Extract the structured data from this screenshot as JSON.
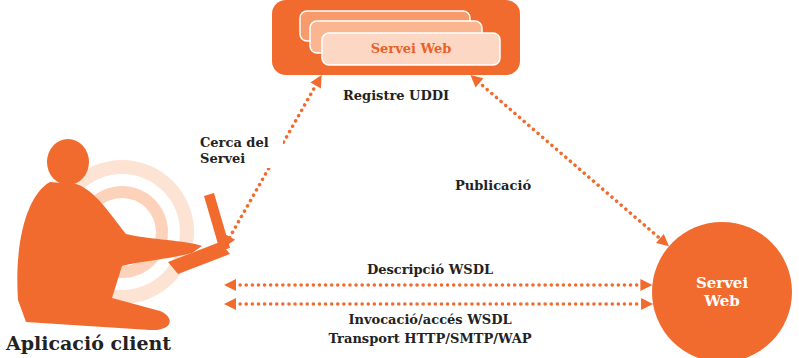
{
  "diagram": {
    "nodes": [
      {
        "text": [
          "Servei Web",
          "Registre UDDI"
        ]
      },
      {
        "text": [
          "Aplicació client"
        ]
      },
      {
        "text": [
          "Servei Web"
        ]
      }
    ],
    "edges": [
      {
        "from": 0,
        "to": 1,
        "arrow": "both",
        "label": "Cerca del Servei"
      },
      {
        "from": 0,
        "to": 2,
        "arrow": "both",
        "label": "Publicació"
      },
      {
        "from": 1,
        "to": 2,
        "arrow": "both",
        "label": "Descripció WSDL"
      },
      {
        "from": 1,
        "to": 2,
        "arrow": "both",
        "label": "Invocació/accés WSDL"
      }
    ],
    "labels": [
      "Transport HTTP/SMTP/WAP"
    ]
  }
}
